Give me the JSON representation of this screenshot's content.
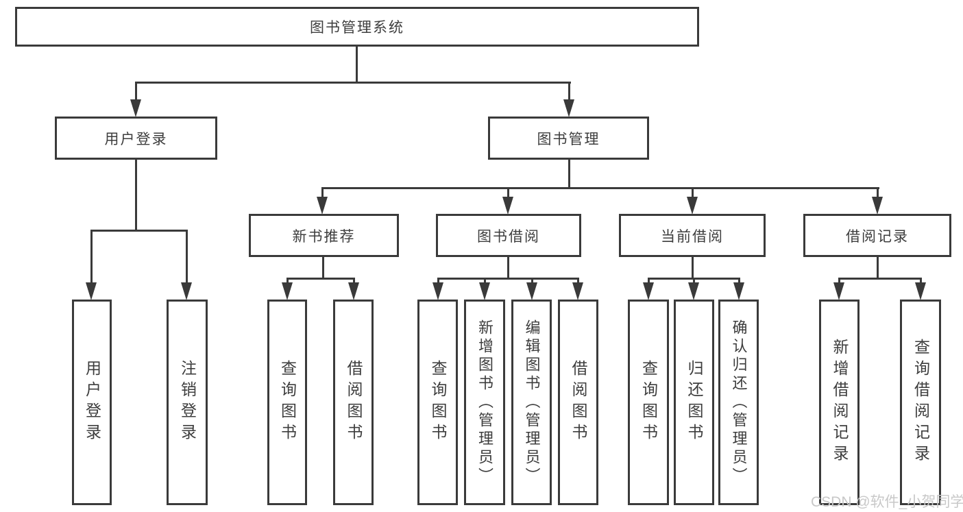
{
  "colors": {
    "line": "#3a3a3a",
    "text": "#3d3d3d",
    "watermark": "#c8c8c8"
  },
  "diagram": {
    "root": {
      "label": "图书管理系统"
    },
    "children": [
      {
        "label": "用户登录",
        "children": [
          {
            "label": "用户登录"
          },
          {
            "label": "注销登录"
          }
        ]
      },
      {
        "label": "图书管理",
        "children": [
          {
            "label": "新书推荐",
            "children": [
              {
                "label": "查询图书"
              },
              {
                "label": "借阅图书"
              }
            ]
          },
          {
            "label": "图书借阅",
            "children": [
              {
                "label": "查询图书"
              },
              {
                "label": "新增图书（管理员）"
              },
              {
                "label": "编辑图书（管理员）"
              },
              {
                "label": "借阅图书"
              }
            ]
          },
          {
            "label": "当前借阅",
            "children": [
              {
                "label": "查询图书"
              },
              {
                "label": "归还图书"
              },
              {
                "label": "确认归还（管理员）"
              }
            ]
          },
          {
            "label": "借阅记录",
            "children": [
              {
                "label": "新增借阅记录"
              },
              {
                "label": "查询借阅记录"
              }
            ]
          }
        ]
      }
    ]
  },
  "watermark": {
    "text": "CSDN @软件_小贺同学"
  }
}
